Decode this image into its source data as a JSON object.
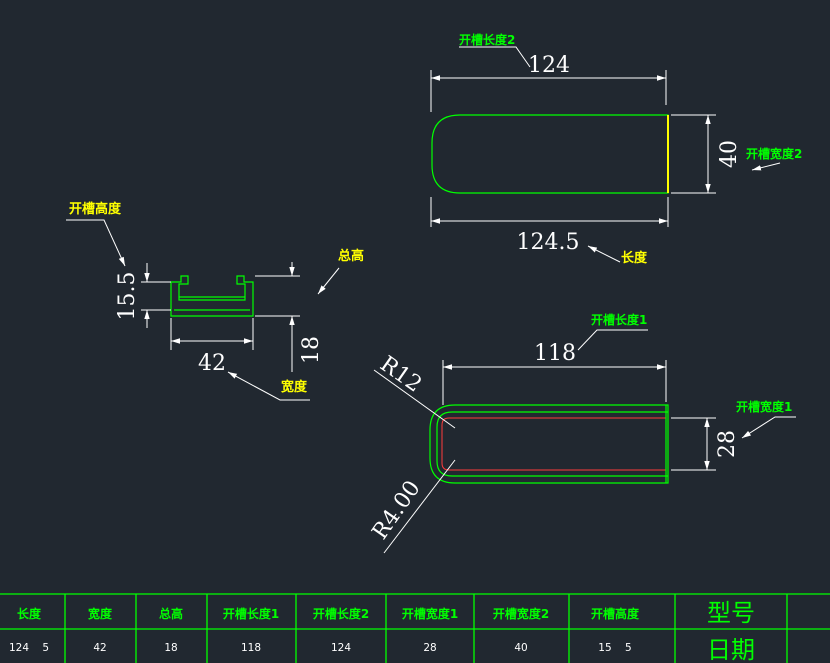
{
  "dimensions": {
    "slot_length_2": "124",
    "overall_length": "124.5",
    "slot_width_2": "40",
    "slot_length_1": "118",
    "slot_width_1": "28",
    "radius_outer": "R12",
    "radius_inner": "R4.00",
    "slot_height": "15.5",
    "width": "42",
    "total_height": "18"
  },
  "labels": {
    "slot_length_2": "开槽长度2",
    "length": "长度",
    "slot_width_2": "开槽宽度2",
    "slot_length_1": "开槽长度1",
    "slot_width_1": "开槽宽度1",
    "slot_height": "开槽高度",
    "total_height": "总高",
    "width": "宽度"
  },
  "table": {
    "headers": [
      "长度",
      "宽度",
      "总高",
      "开槽长度1",
      "开槽长度2",
      "开槽宽度1",
      "开槽宽度2",
      "开槽高度"
    ],
    "values": [
      "124    5",
      "42",
      "18",
      "118",
      "124",
      "28",
      "40",
      "15    5"
    ],
    "model_label": "型号",
    "date_label": "日期"
  },
  "colors": {
    "background": "#212830",
    "outline": "#00ff00",
    "dimension": "#ffffff",
    "label_yellow": "#ffff00",
    "label_green": "#00ff00",
    "inner_line": "#ff3b3b"
  }
}
